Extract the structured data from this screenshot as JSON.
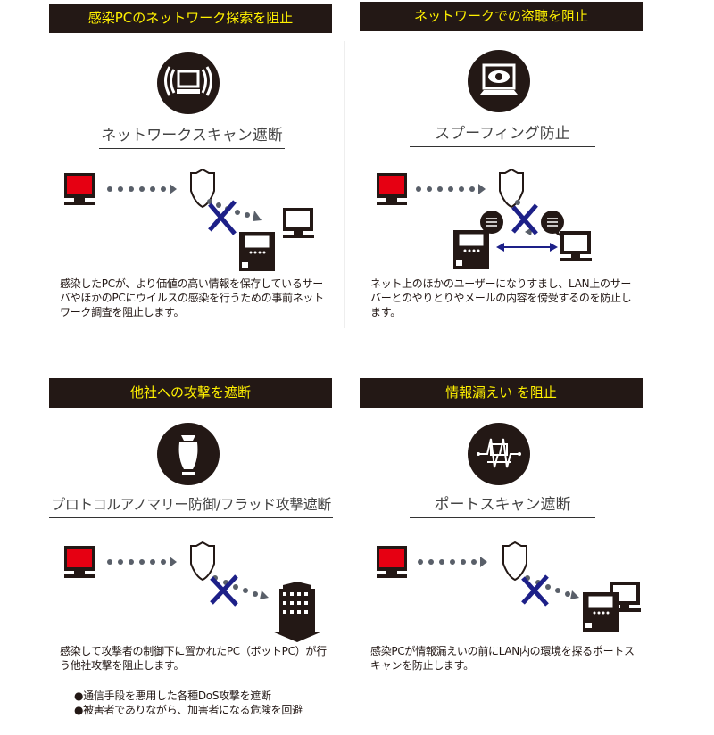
{
  "panels": [
    {
      "header": "感染PCのネットワーク探索を阻止",
      "icon": "network-scan-icon",
      "subtitle": "ネットワークスキャン遮断",
      "description": "感染したPCが、より価値の高い情報を保存しているサーバやほかのPCにウイルスの感染を行うための事前ネットワーク調査を阻止します。"
    },
    {
      "header": "ネットワークでの盗聴を阻止",
      "icon": "eye-monitor-icon",
      "subtitle": "スプーフィング防止",
      "description": "ネット上のほかのユーザーになりすまし、LAN上のサーバーとのやりとりやメールの内容を傍受するのを防止します。"
    },
    {
      "header": "他社への攻撃を遮断",
      "icon": "bomb-icon",
      "subtitle": "プロトコルアノマリー防御/フラッド攻撃遮断",
      "description": "感染して攻撃者の制御下に置かれたPC（ボットPC）が行う他社攻撃を阻止します。",
      "bullets": [
        "●通信手段を悪用した各種DoS攻撃を遮断",
        "●被害者でありながら、加害者になる危険を回避"
      ]
    },
    {
      "header": "情報漏えい を阻止",
      "icon": "port-scan-icon",
      "subtitle": "ポートスキャン遮断",
      "description": "感染PCが情報漏えいの前にLAN内の環境を探るポートスキャンを防止します。"
    }
  ],
  "colors": {
    "header_bg": "#231815",
    "header_text": "#fff100",
    "infected_pc": "#e60012",
    "block_x": "#1d2088",
    "dots": "#595f69"
  }
}
